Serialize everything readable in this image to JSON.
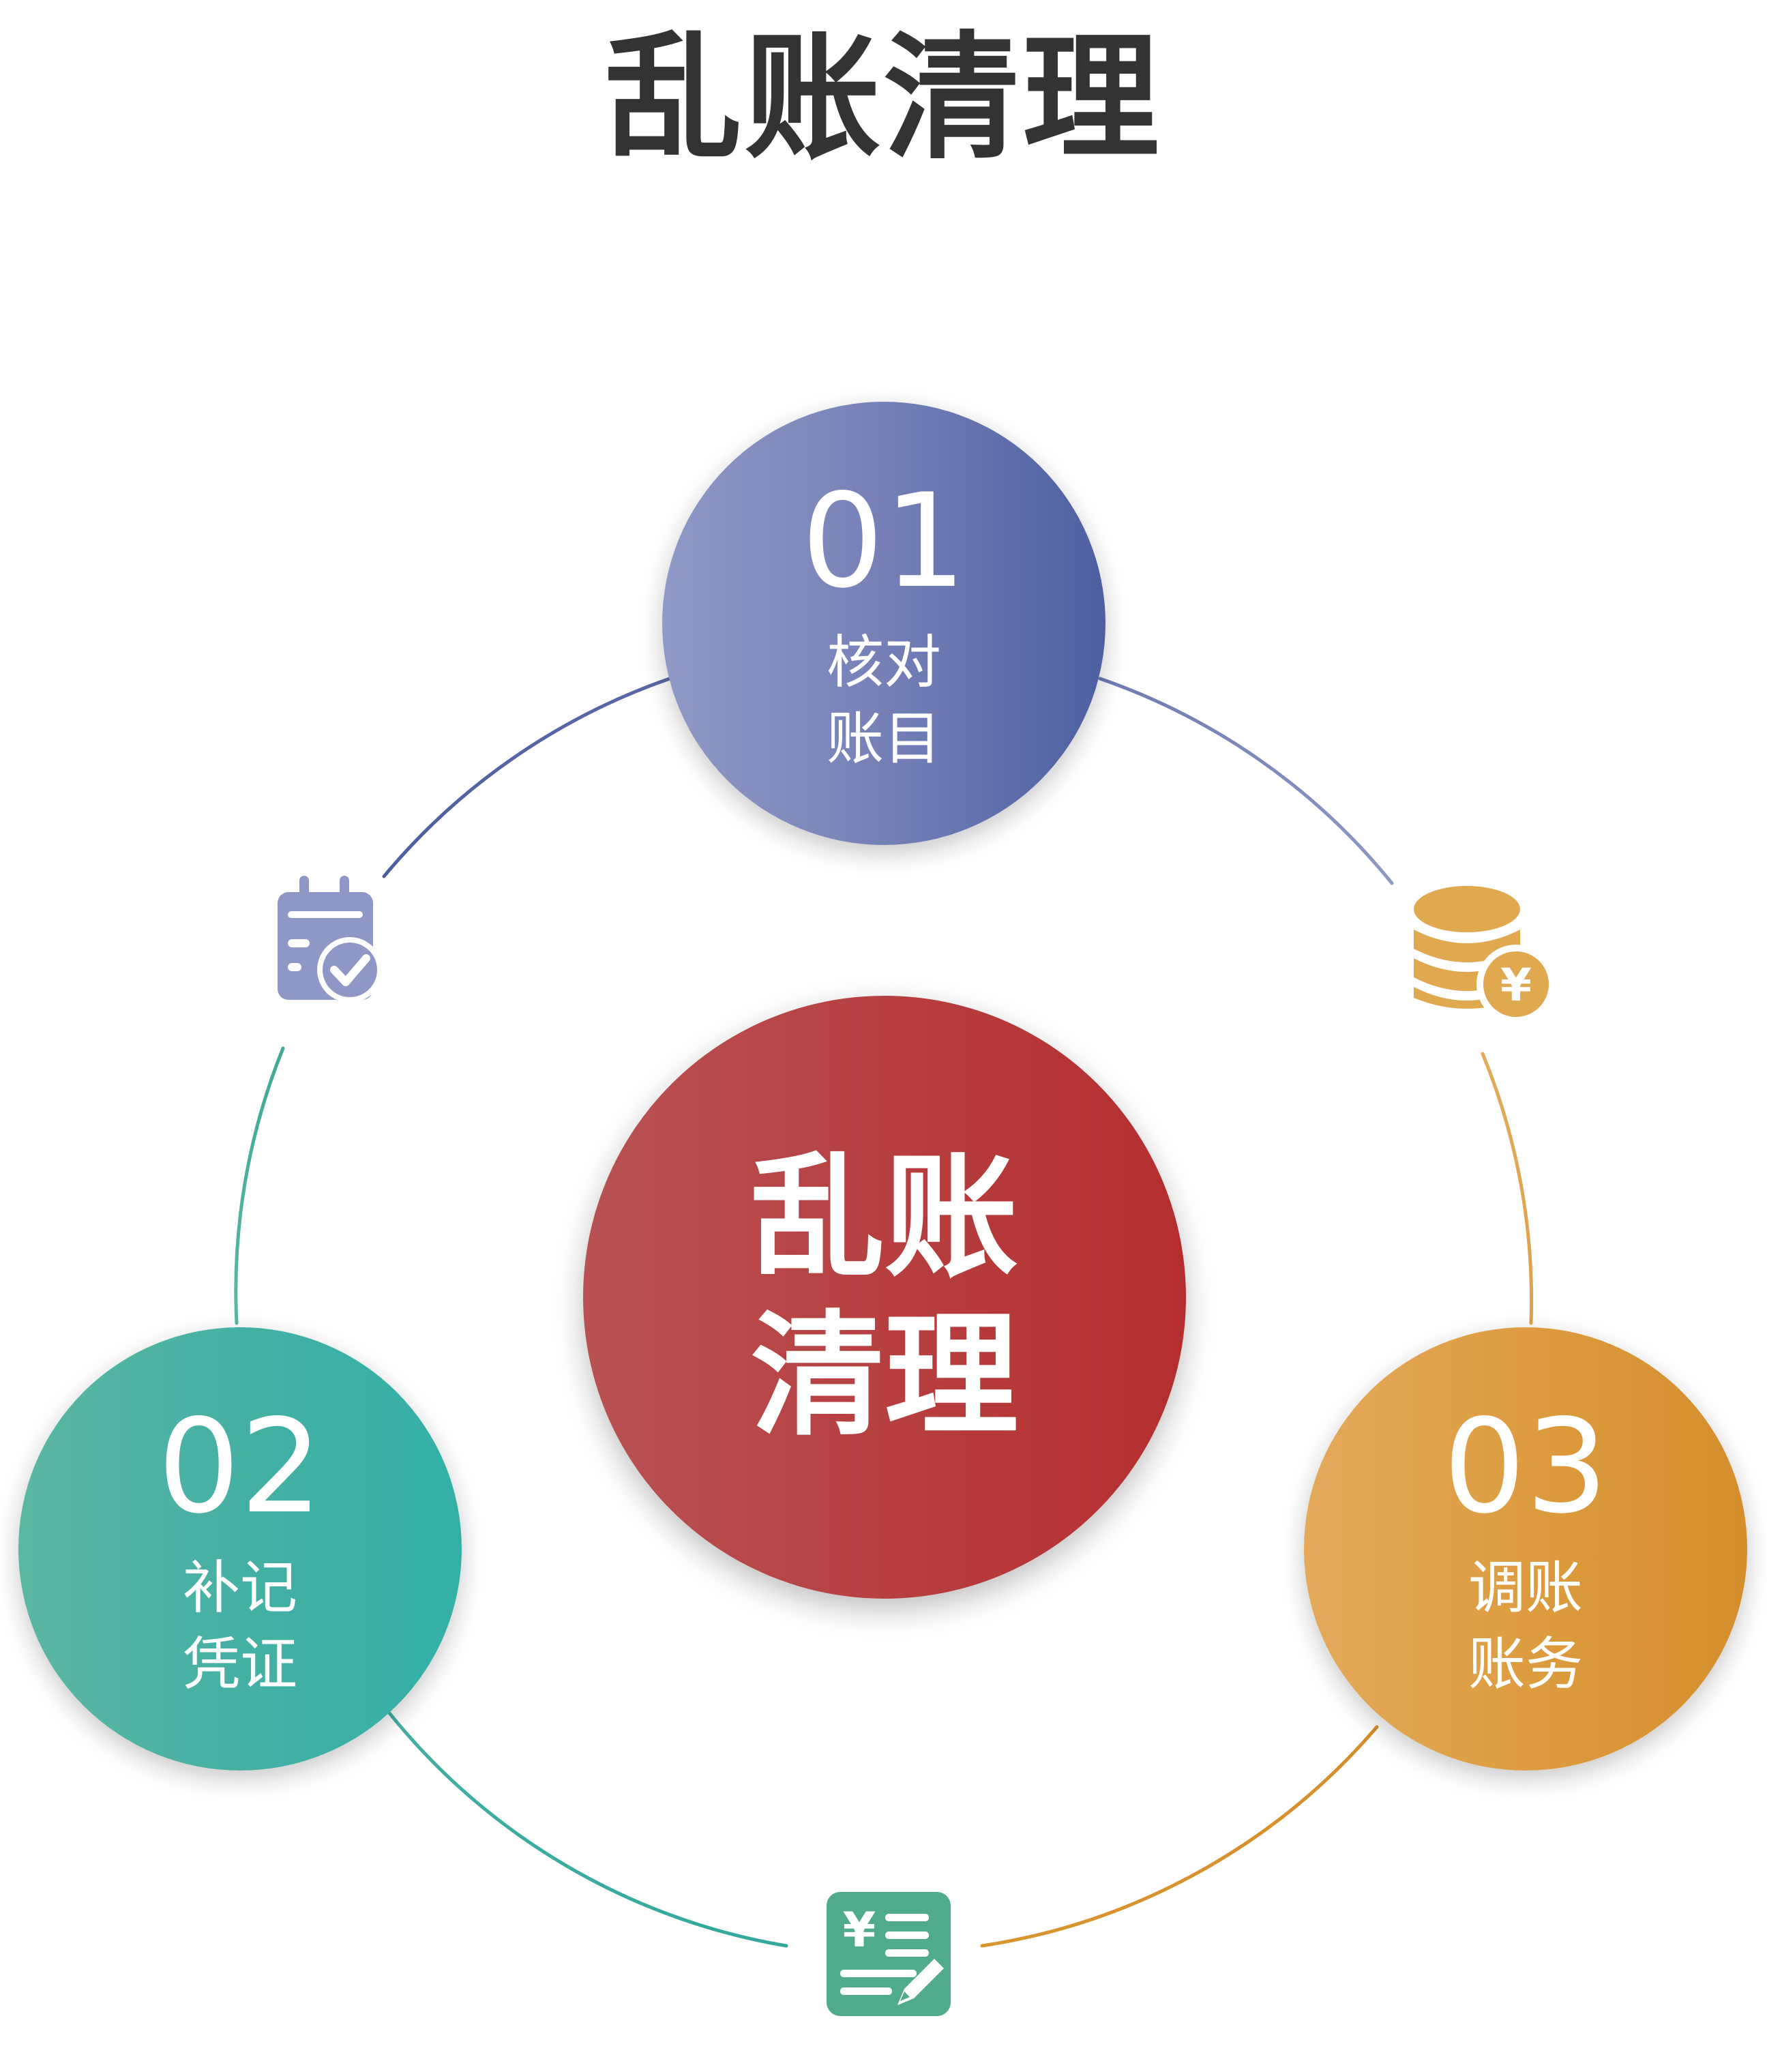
{
  "title": "乱账清理",
  "center": {
    "line1": "乱账",
    "line2": "清理"
  },
  "steps": [
    {
      "number": "01",
      "line1": "核对",
      "line2": "账目",
      "color": "#6070ae"
    },
    {
      "number": "02",
      "line1": "补记",
      "line2": "凭证",
      "color": "#3fb0a4"
    },
    {
      "number": "03",
      "line1": "调账",
      "line2": "账务",
      "color": "#d9952f"
    }
  ],
  "icons": {
    "left": "calendar-check-icon",
    "right": "coins-yuan-icon",
    "bottom": "yuan-document-edit-icon"
  },
  "colors": {
    "title": "#333333",
    "center": "#b73b3c",
    "arc_blue": "#5a68a8",
    "arc_teal": "#3fb0a4",
    "arc_orange": "#d9952f"
  }
}
